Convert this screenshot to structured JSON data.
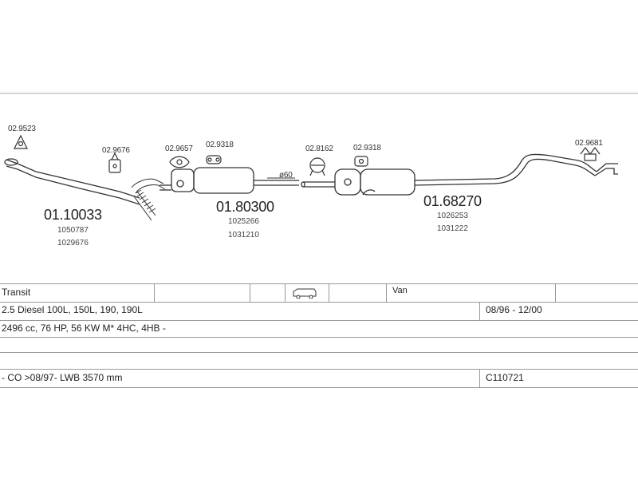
{
  "diagram": {
    "parts": [
      {
        "id": "gasket-1",
        "label": "02.9523"
      },
      {
        "id": "clamp-1",
        "label": "02.9676"
      },
      {
        "id": "gasket-2",
        "label": "02.9657"
      },
      {
        "id": "hanger-1",
        "label": "02.9318"
      },
      {
        "id": "clamp-2",
        "label": "02.8162"
      },
      {
        "id": "hanger-2",
        "label": "02.9318"
      },
      {
        "id": "hanger-3",
        "label": "02.9681"
      }
    ],
    "pipe_diameter": "ø60",
    "assemblies": [
      {
        "code": "01.10033",
        "refs": [
          "1050787",
          "1029676"
        ]
      },
      {
        "code": "01.80300",
        "refs": [
          "1025266",
          "1031210"
        ]
      },
      {
        "code": "01.68270",
        "refs": [
          "1026253",
          "1031222"
        ]
      }
    ]
  },
  "table": {
    "model": "Transit",
    "body_type": "Van",
    "engine": "2.5 Diesel 100L, 150L, 190, 190L",
    "years": "08/96 - 12/00",
    "specs": "2496 cc, 76 HP, 56 KW M* 4HC, 4HB -",
    "notes": "- CO >08/97- LWB 3570 mm",
    "code": "C110721"
  }
}
